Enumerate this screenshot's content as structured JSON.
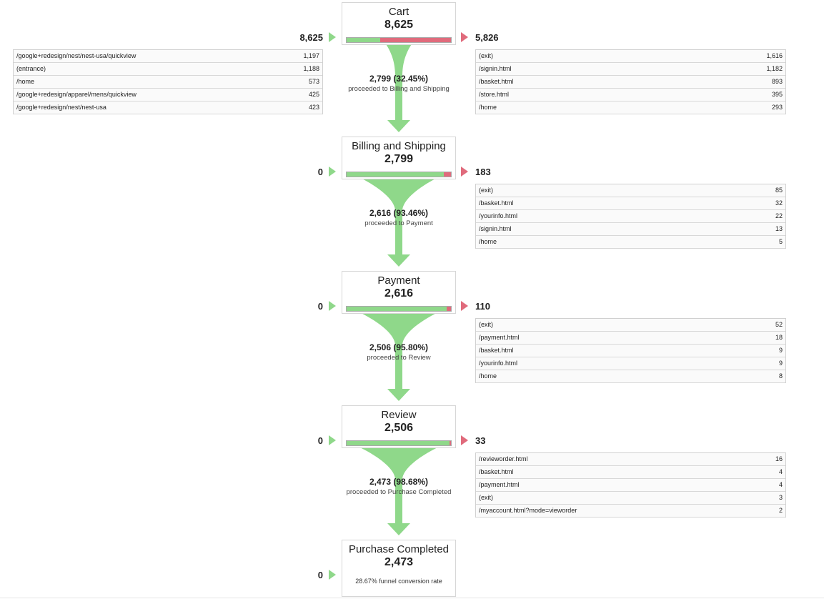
{
  "colors": {
    "proceed": "#8fd88a",
    "exit": "#e06b7c",
    "border": "#d6d6d6"
  },
  "steps": [
    {
      "title": "Cart",
      "count": "8,625",
      "entries": "8,625",
      "exits": "5,826",
      "proceed_fraction": 0.3245,
      "proceeded": {
        "count": "2,799 (32.45%)",
        "label": "proceeded to Billing and Shipping"
      },
      "sources": [
        {
          "path": "/google+redesign/nest/nest-usa/quickview",
          "count": "1,197"
        },
        {
          "path": "(entrance)",
          "count": "1,188"
        },
        {
          "path": "/home",
          "count": "573"
        },
        {
          "path": "/google+redesign/apparel/mens/quickview",
          "count": "425"
        },
        {
          "path": "/google+redesign/nest/nest-usa",
          "count": "423"
        }
      ],
      "destinations": [
        {
          "path": "(exit)",
          "count": "1,616"
        },
        {
          "path": "/signin.html",
          "count": "1,182"
        },
        {
          "path": "/basket.html",
          "count": "893"
        },
        {
          "path": "/store.html",
          "count": "395"
        },
        {
          "path": "/home",
          "count": "293"
        }
      ]
    },
    {
      "title": "Billing and Shipping",
      "count": "2,799",
      "entries": "0",
      "exits": "183",
      "proceed_fraction": 0.9346,
      "proceeded": {
        "count": "2,616 (93.46%)",
        "label": "proceeded to Payment"
      },
      "destinations": [
        {
          "path": "(exit)",
          "count": "85"
        },
        {
          "path": "/basket.html",
          "count": "32"
        },
        {
          "path": "/yourinfo.html",
          "count": "22"
        },
        {
          "path": "/signin.html",
          "count": "13"
        },
        {
          "path": "/home",
          "count": "5"
        }
      ]
    },
    {
      "title": "Payment",
      "count": "2,616",
      "entries": "0",
      "exits": "110",
      "proceed_fraction": 0.958,
      "proceeded": {
        "count": "2,506 (95.80%)",
        "label": "proceeded to Review"
      },
      "destinations": [
        {
          "path": "(exit)",
          "count": "52"
        },
        {
          "path": "/payment.html",
          "count": "18"
        },
        {
          "path": "/basket.html",
          "count": "9"
        },
        {
          "path": "/yourinfo.html",
          "count": "9"
        },
        {
          "path": "/home",
          "count": "8"
        }
      ]
    },
    {
      "title": "Review",
      "count": "2,506",
      "entries": "0",
      "exits": "33",
      "proceed_fraction": 0.9868,
      "proceeded": {
        "count": "2,473 (98.68%)",
        "label": "proceeded to Purchase Completed"
      },
      "destinations": [
        {
          "path": "/revieworder.html",
          "count": "16"
        },
        {
          "path": "/basket.html",
          "count": "4"
        },
        {
          "path": "/payment.html",
          "count": "4"
        },
        {
          "path": "(exit)",
          "count": "3"
        },
        {
          "path": "/myaccount.html?mode=vieworder",
          "count": "2"
        }
      ]
    },
    {
      "title": "Purchase Completed",
      "count": "2,473",
      "entries": "0",
      "conversion": "28.67% funnel conversion rate"
    }
  ]
}
